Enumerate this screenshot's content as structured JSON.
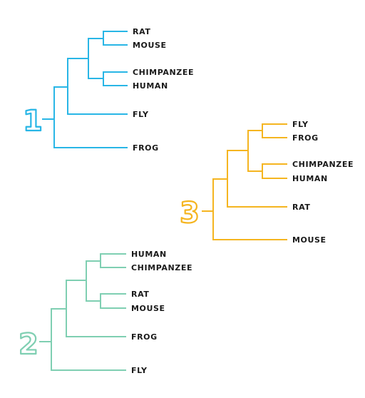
{
  "trees": [
    {
      "number": "1",
      "color": "#29b6e6",
      "leaves": [
        "RAT",
        "MOUSE",
        "CHIMPANZEE",
        "HUMAN",
        "FLY",
        "FROG"
      ],
      "topology": [
        [
          [
            [
              "RAT",
              "MOUSE"
            ],
            [
              "CHIMPANZEE",
              "HUMAN"
            ]
          ],
          "FLY"
        ],
        "FROG"
      ]
    },
    {
      "number": "2",
      "color": "#7fcfb2",
      "leaves": [
        "HUMAN",
        "CHIMPANZEE",
        "RAT",
        "MOUSE",
        "FROG",
        "FLY"
      ],
      "topology": [
        [
          [
            [
              "HUMAN",
              "CHIMPANZEE"
            ],
            [
              "RAT",
              "MOUSE"
            ]
          ],
          "FROG"
        ],
        "FLY"
      ]
    },
    {
      "number": "3",
      "color": "#f5b520",
      "leaves": [
        "FLY",
        "FROG",
        "CHIMPANZEE",
        "HUMAN",
        "RAT",
        "MOUSE"
      ],
      "topology": [
        [
          [
            [
              "FLY",
              "FROG"
            ],
            [
              "CHIMPANZEE",
              "HUMAN"
            ]
          ],
          "RAT"
        ],
        "MOUSE"
      ]
    }
  ]
}
